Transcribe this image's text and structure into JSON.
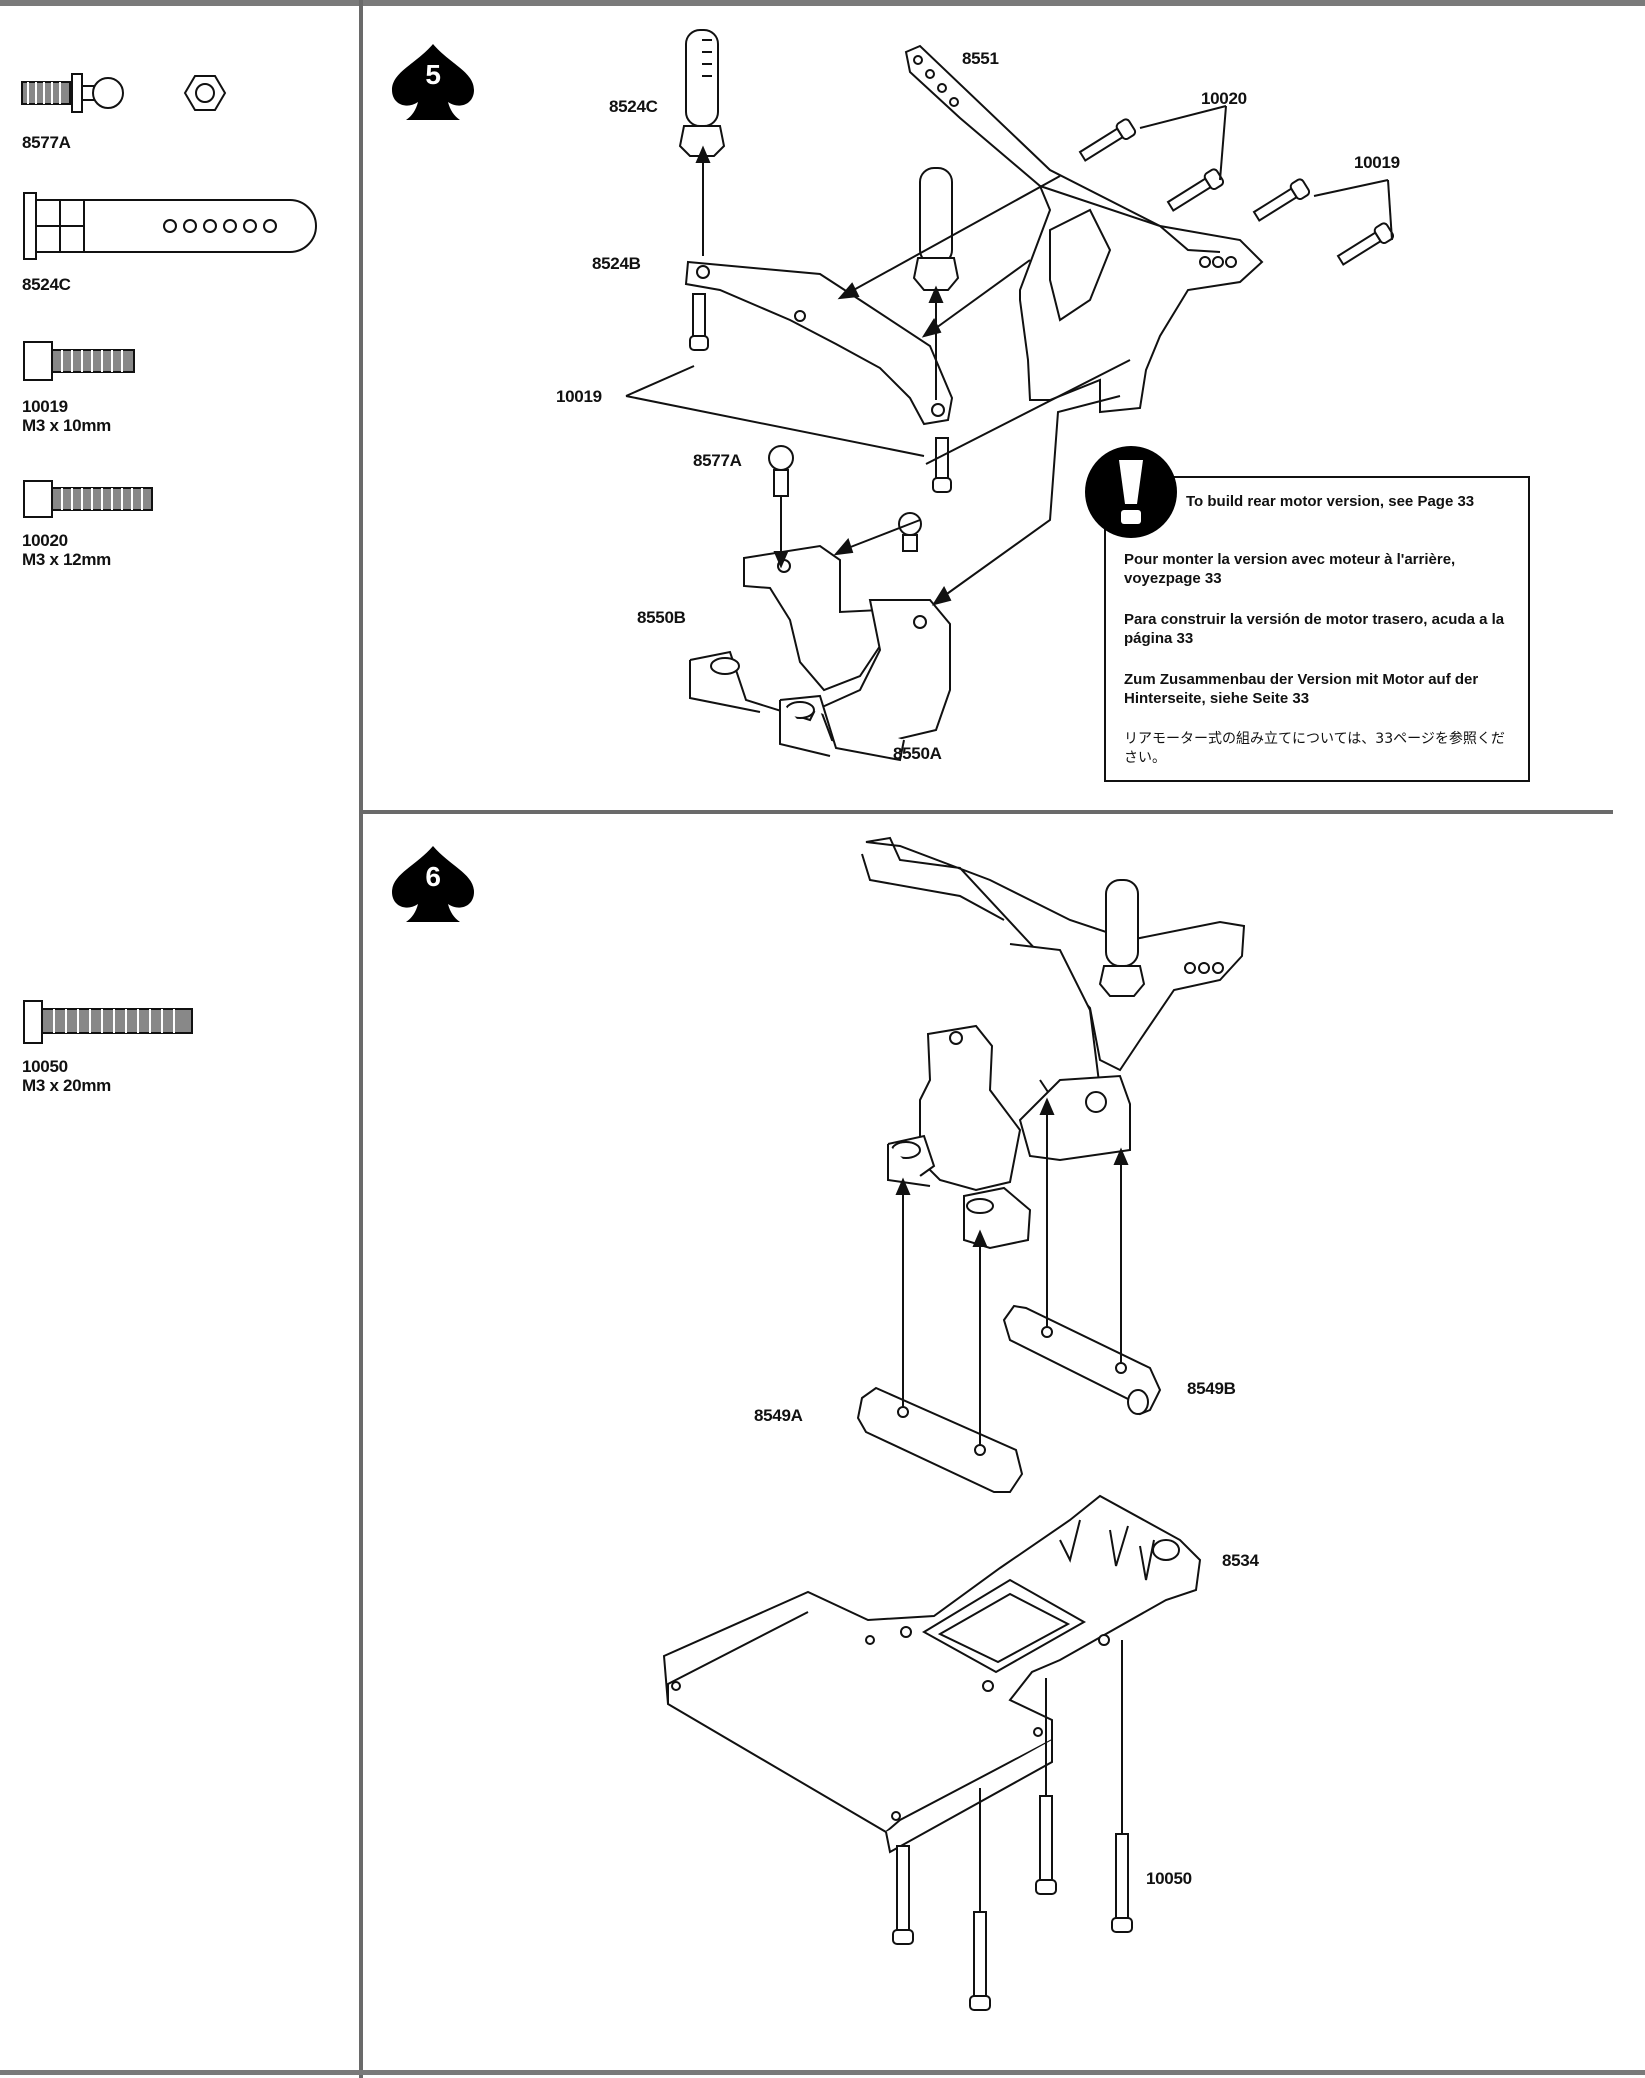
{
  "parts_list": {
    "p8577a": "8577A",
    "p8524c": "8524C",
    "p10019": "10019",
    "p10019_size": "M3 x 10mm",
    "p10020": "10020",
    "p10020_size": "M3 x 12mm",
    "p10050": "10050",
    "p10050_size": "M3 x 20mm"
  },
  "step5": {
    "step_number": "5",
    "labels": {
      "l8551": "8551",
      "l8524c": "8524C",
      "l10020": "10020",
      "l10019_right": "10019",
      "l8524b": "8524B",
      "l10019_left": "10019",
      "l8577a": "8577A",
      "l8550b": "8550B",
      "l8550a": "8550A"
    },
    "note": {
      "en": "To build rear motor version, see Page 33",
      "fr": "Pour monter la version avec moteur à l'arrière, voyezpage 33",
      "es": "Para construir la versión de motor trasero, acuda a la página 33",
      "de": "Zum Zusammenbau der Version mit Motor auf der Hinterseite, siehe Seite 33",
      "ja": "リアモーター式の組み立てについては、33ページを参照ください。"
    }
  },
  "step6": {
    "step_number": "6",
    "labels": {
      "l8549a": "8549A",
      "l8549b": "8549B",
      "l8534": "8534",
      "l10050": "10050"
    }
  },
  "colors": {
    "ink": "#111111",
    "rule": "#6a6a6a"
  },
  "icons": [
    "spade-step-icon",
    "warning-exclamation-icon"
  ]
}
